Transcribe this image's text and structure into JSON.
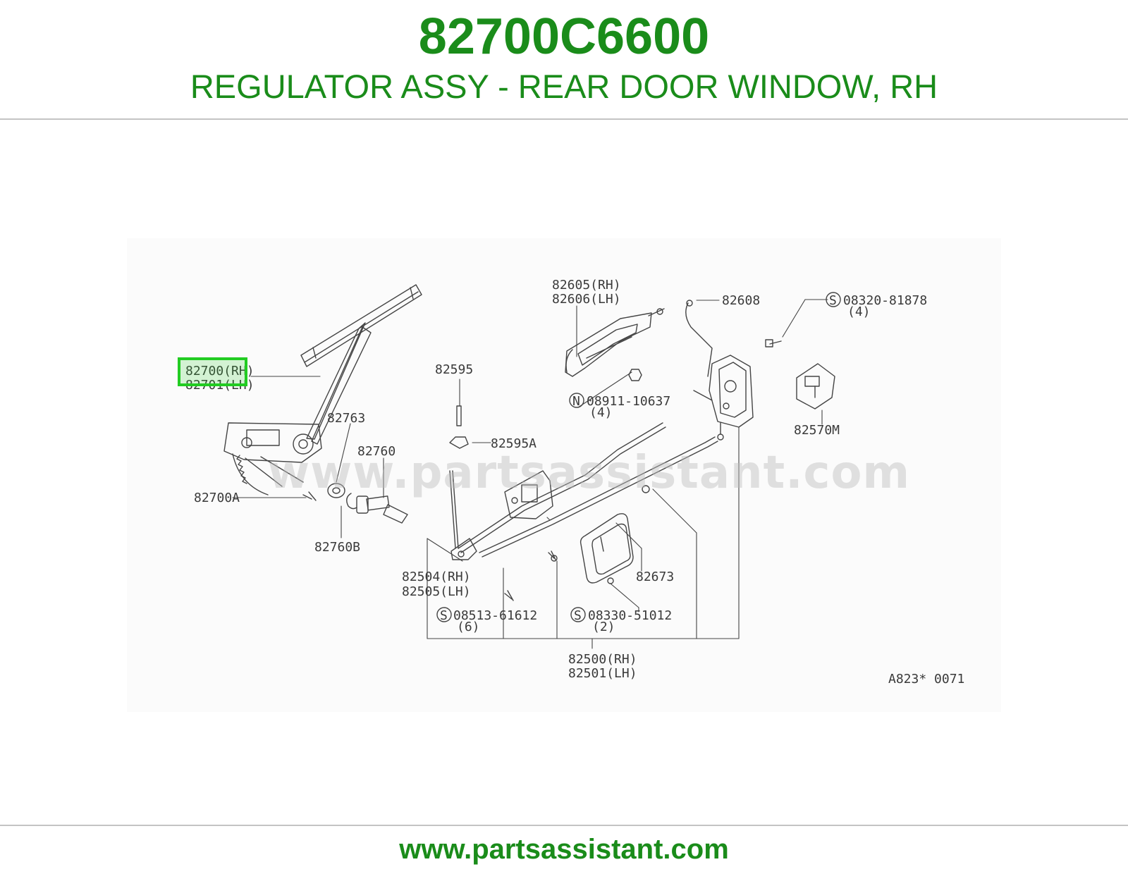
{
  "header": {
    "part_number": "82700C6600",
    "description": "REGULATOR ASSY - REAR DOOR WINDOW, RH"
  },
  "diagram": {
    "watermark": "www.partsassistant.com",
    "reference_code": "A823* 0071",
    "highlight_color": "#22cc22",
    "labels": {
      "p82700_rh": "82700(RH)",
      "p82701_lh": "82701(LH)",
      "p82763": "82763",
      "p82760": "82760",
      "p82700a": "82700A",
      "p82760b": "82760B",
      "p82595": "82595",
      "p82595a": "82595A",
      "p82605_rh": "82605(RH)",
      "p82606_lh": "82606(LH)",
      "p82608": "82608",
      "p08320": "08320-81878",
      "p08320_qty": "(4)",
      "p08911": "08911-10637",
      "p08911_qty": "(4)",
      "p82570m": "82570M",
      "p82504_rh": "82504(RH)",
      "p82505_lh": "82505(LH)",
      "p08513": "08513-61612",
      "p08513_qty": "(6)",
      "p08330": "08330-51012",
      "p08330_qty": "(2)",
      "p82673": "82673",
      "p82500_rh": "82500(RH)",
      "p82501_lh": "82501(LH)"
    },
    "symbols": {
      "s": "S",
      "n": "N"
    }
  },
  "footer": {
    "url": "www.partsassistant.com"
  }
}
